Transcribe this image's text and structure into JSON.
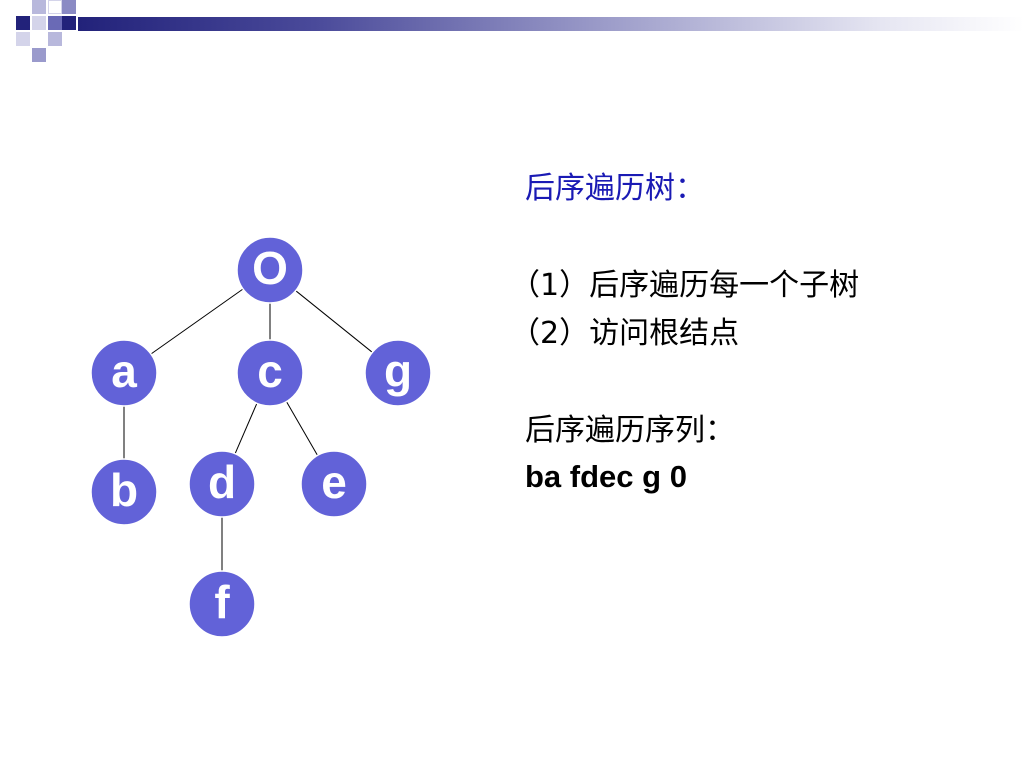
{
  "slide": {
    "title": "后序遍历树：",
    "steps": [
      "（1）后序遍历每一个子树",
      "（2）访问根结点"
    ],
    "sequence_label": "后序遍历序列：",
    "sequence_value": "ba fdec g 0"
  },
  "tree": {
    "nodes": [
      {
        "id": "o",
        "label": "O"
      },
      {
        "id": "a",
        "label": "a"
      },
      {
        "id": "c",
        "label": "c"
      },
      {
        "id": "g",
        "label": "g"
      },
      {
        "id": "b",
        "label": "b"
      },
      {
        "id": "d",
        "label": "d"
      },
      {
        "id": "e",
        "label": "e"
      },
      {
        "id": "f",
        "label": "f"
      }
    ],
    "edges": [
      [
        "o",
        "a"
      ],
      [
        "o",
        "c"
      ],
      [
        "o",
        "g"
      ],
      [
        "a",
        "b"
      ],
      [
        "c",
        "d"
      ],
      [
        "c",
        "e"
      ],
      [
        "d",
        "f"
      ]
    ]
  },
  "colors": {
    "node_fill": "#6262d8",
    "title_text": "#1a1ab4",
    "header_dark": "#22227a"
  }
}
